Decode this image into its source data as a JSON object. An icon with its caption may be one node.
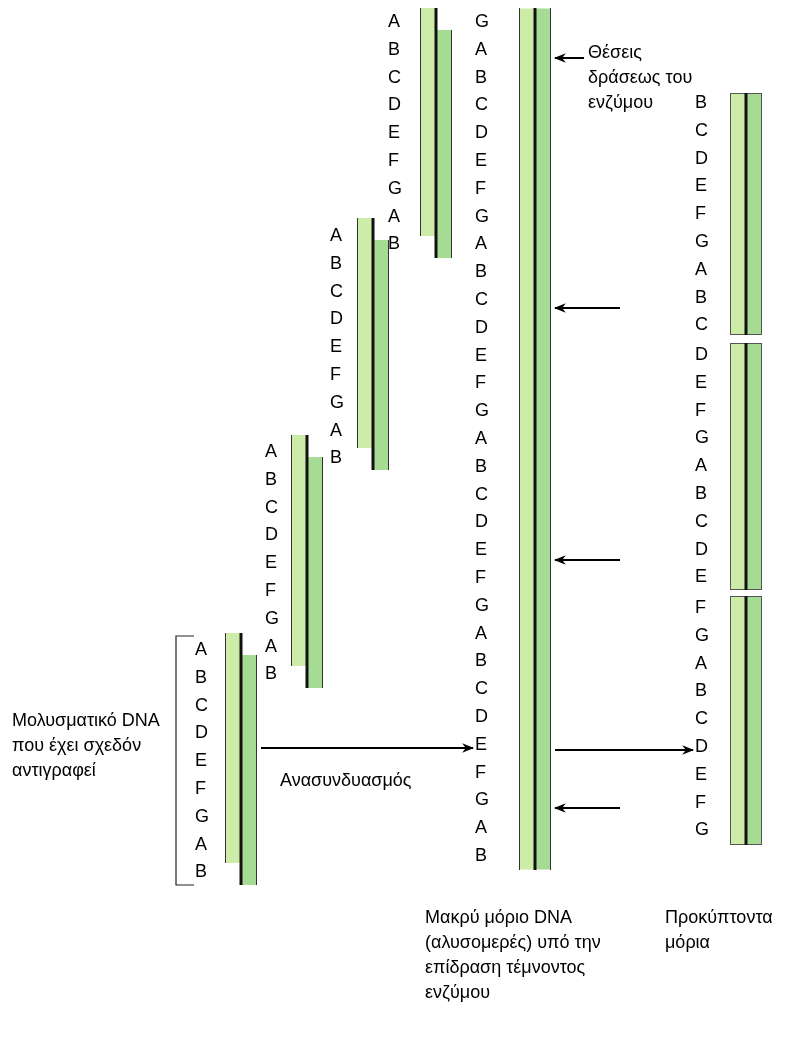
{
  "diagram": {
    "nodes": [
      {
        "text": [
          "A",
          "B",
          "C",
          "D",
          "E",
          "F",
          "G",
          "A",
          "B"
        ]
      },
      {
        "text": [
          "A",
          "B",
          "C",
          "D",
          "E",
          "F",
          "G",
          "A",
          "B"
        ]
      },
      {
        "text": [
          "A",
          "B",
          "C",
          "D",
          "E",
          "F",
          "G",
          "A",
          "B"
        ]
      },
      {
        "text": [
          "A",
          "B",
          "C",
          "D",
          "E",
          "F",
          "G",
          "A",
          "B"
        ],
        "beside": [
          "Μολυσματικό DNA που έχει σχεδόν αντιγραφεί"
        ]
      },
      {
        "text": [
          "G",
          "A",
          "B",
          "C",
          "D",
          "E",
          "F",
          "G",
          "A",
          "B",
          "C",
          "D",
          "E",
          "F",
          "G",
          "A",
          "B",
          "C",
          "D",
          "E",
          "F",
          "G",
          "A",
          "B",
          "C",
          "D",
          "E",
          "F",
          "G",
          "A",
          "B"
        ],
        "beside": [
          "Μακρύ μόριο DNA (αλυσομερές) υπό την επίδραση τέμνοντος ενζύμου"
        ]
      },
      {
        "text": [
          "Θέσεις δράσεως του ενζύμου"
        ]
      },
      {
        "text": [
          "B",
          "C",
          "D",
          "E",
          "F",
          "G",
          "A",
          "B",
          "C"
        ]
      },
      {
        "text": [
          "D",
          "E",
          "F",
          "G",
          "A",
          "B",
          "C",
          "D",
          "E"
        ]
      },
      {
        "text": [
          "F",
          "G",
          "A",
          "B",
          "C",
          "D",
          "E",
          "F",
          "G"
        ]
      }
    ],
    "edges": [
      {
        "from": 3,
        "to": 4,
        "arrow": "to",
        "label": "Ανασυνδυασμός"
      },
      {
        "from": 5,
        "to": 4,
        "arrow": "to"
      },
      {
        "from": null,
        "to": 4,
        "arrow": "to"
      },
      {
        "from": null,
        "to": 4,
        "arrow": "to"
      },
      {
        "from": null,
        "to": 4,
        "arrow": "to"
      },
      {
        "from": 4,
        "to": 8,
        "arrow": "to"
      }
    ],
    "labels": [
      "Προκύπτοντα μόρια"
    ]
  }
}
